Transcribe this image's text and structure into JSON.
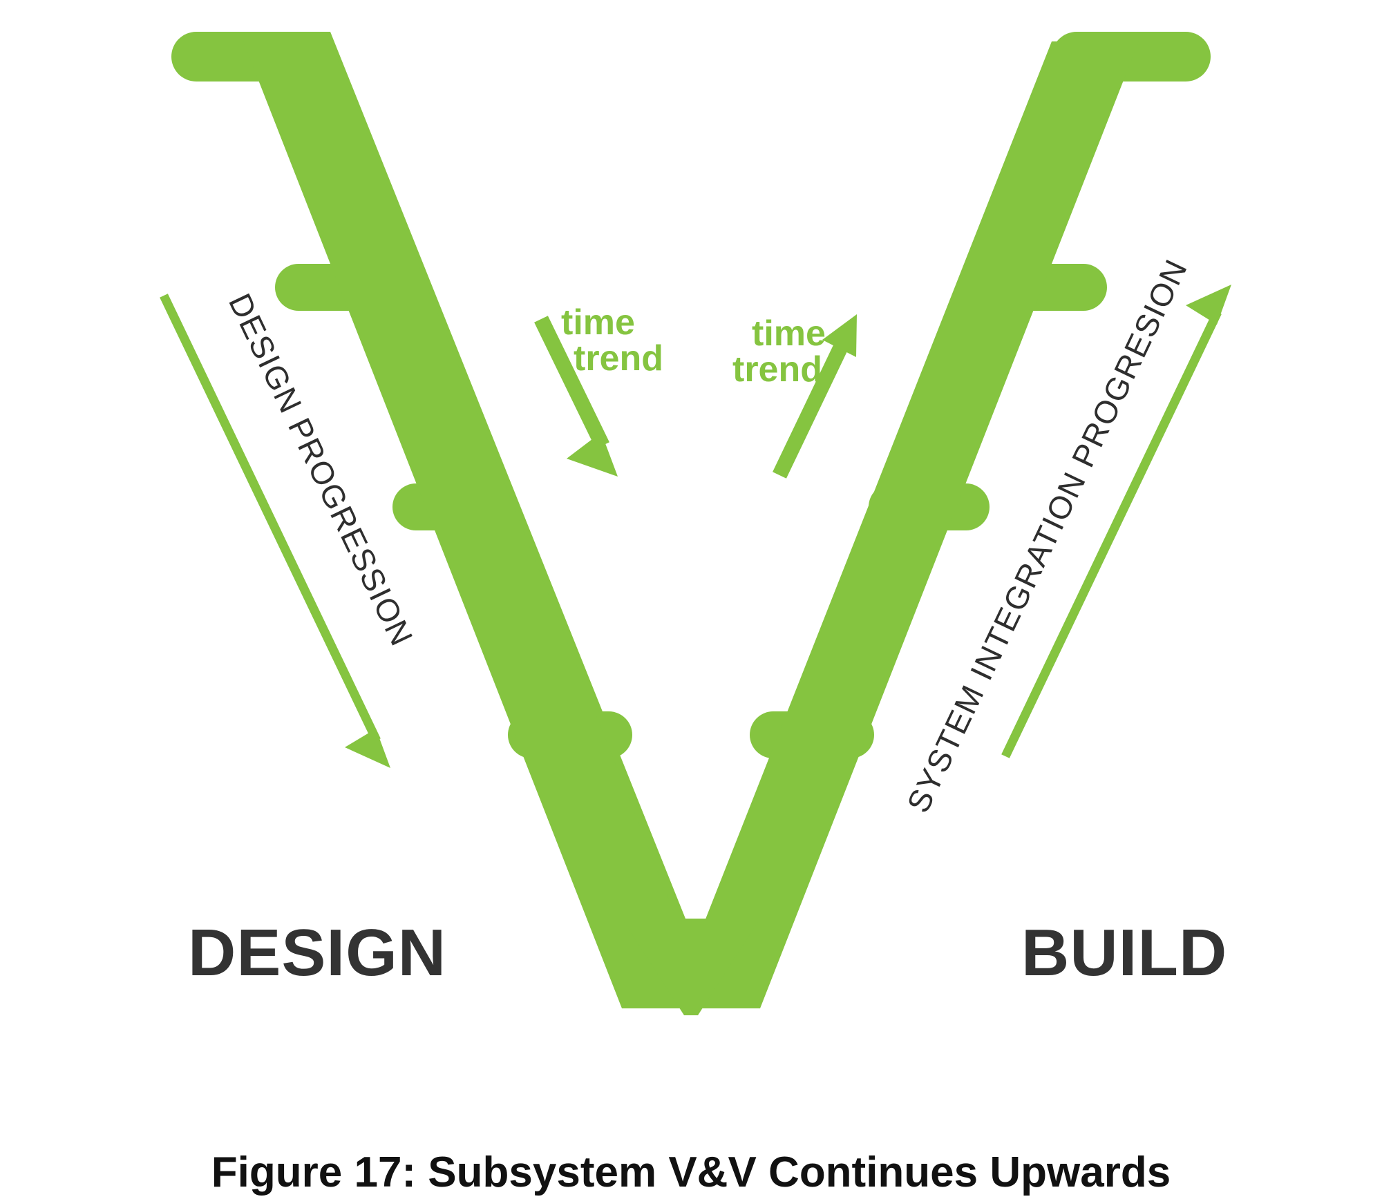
{
  "figure": {
    "caption": "Figure 17: Subsystem V&V Continues Upwards",
    "colors": {
      "green": "#85c440",
      "dark_text": "#333333",
      "label_text": "#2e2e2e",
      "background": "#ffffff"
    }
  },
  "labels": {
    "design_phase": "DESIGN",
    "build_phase": "BUILD",
    "design_progression": "DESIGN PROGRESSION",
    "integration_progression": "SYSTEM INTEGRATION PROGRESION"
  },
  "trend_left": {
    "line1": "time",
    "line2": "trend"
  },
  "trend_right": {
    "line1": "time",
    "line2": "trend"
  },
  "chart_data": {
    "type": "diagram",
    "title": "Figure 17: Subsystem V&V Continues Upwards",
    "shape": "V-model",
    "left_branch": {
      "name": "DESIGN",
      "progression_label": "DESIGN PROGRESSION",
      "direction": "downward",
      "rungs": 3
    },
    "right_branch": {
      "name": "BUILD",
      "progression_label": "SYSTEM INTEGRATION PROGRESION",
      "direction": "upward",
      "rungs": 3
    },
    "center_annotations": [
      {
        "text": "time trend",
        "direction": "down-right"
      },
      {
        "text": "time trend",
        "direction": "up-right"
      }
    ]
  }
}
